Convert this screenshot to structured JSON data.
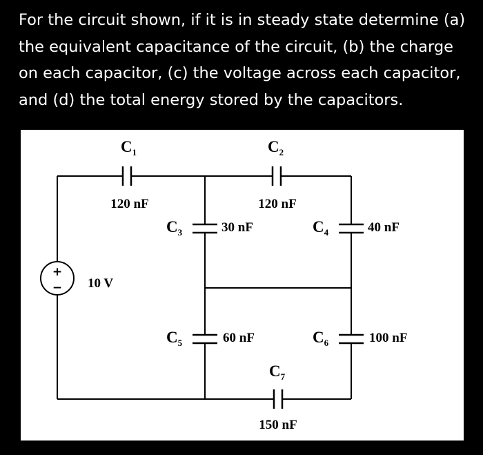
{
  "question": {
    "lines": [
      "For the circuit shown, if it is in steady state determine (a)",
      "the equivalent capacitance of the circuit, (b) the charge",
      "on each capacitor, (c) the voltage across each capacitor,",
      "and (d) the total energy stored by the capacitors."
    ]
  },
  "circuit": {
    "source": {
      "value": "10 V",
      "plus": "+",
      "minus": "−"
    },
    "capacitors": {
      "c1": {
        "letter": "C",
        "sub": "1",
        "value": "120 nF"
      },
      "c2": {
        "letter": "C",
        "sub": "2",
        "value": "120 nF"
      },
      "c3": {
        "letter": "C",
        "sub": "3",
        "value": "30 nF"
      },
      "c4": {
        "letter": "C",
        "sub": "4",
        "value": "40 nF"
      },
      "c5": {
        "letter": "C",
        "sub": "5",
        "value": "60 nF"
      },
      "c6": {
        "letter": "C",
        "sub": "6",
        "value": "100 nF"
      },
      "c7": {
        "letter": "C",
        "sub": "7",
        "value": "150 nF"
      }
    }
  },
  "colors": {
    "page_background": "#000000",
    "question_text": "#ffffff",
    "panel_background": "#ffffff",
    "wire": "#000000"
  }
}
